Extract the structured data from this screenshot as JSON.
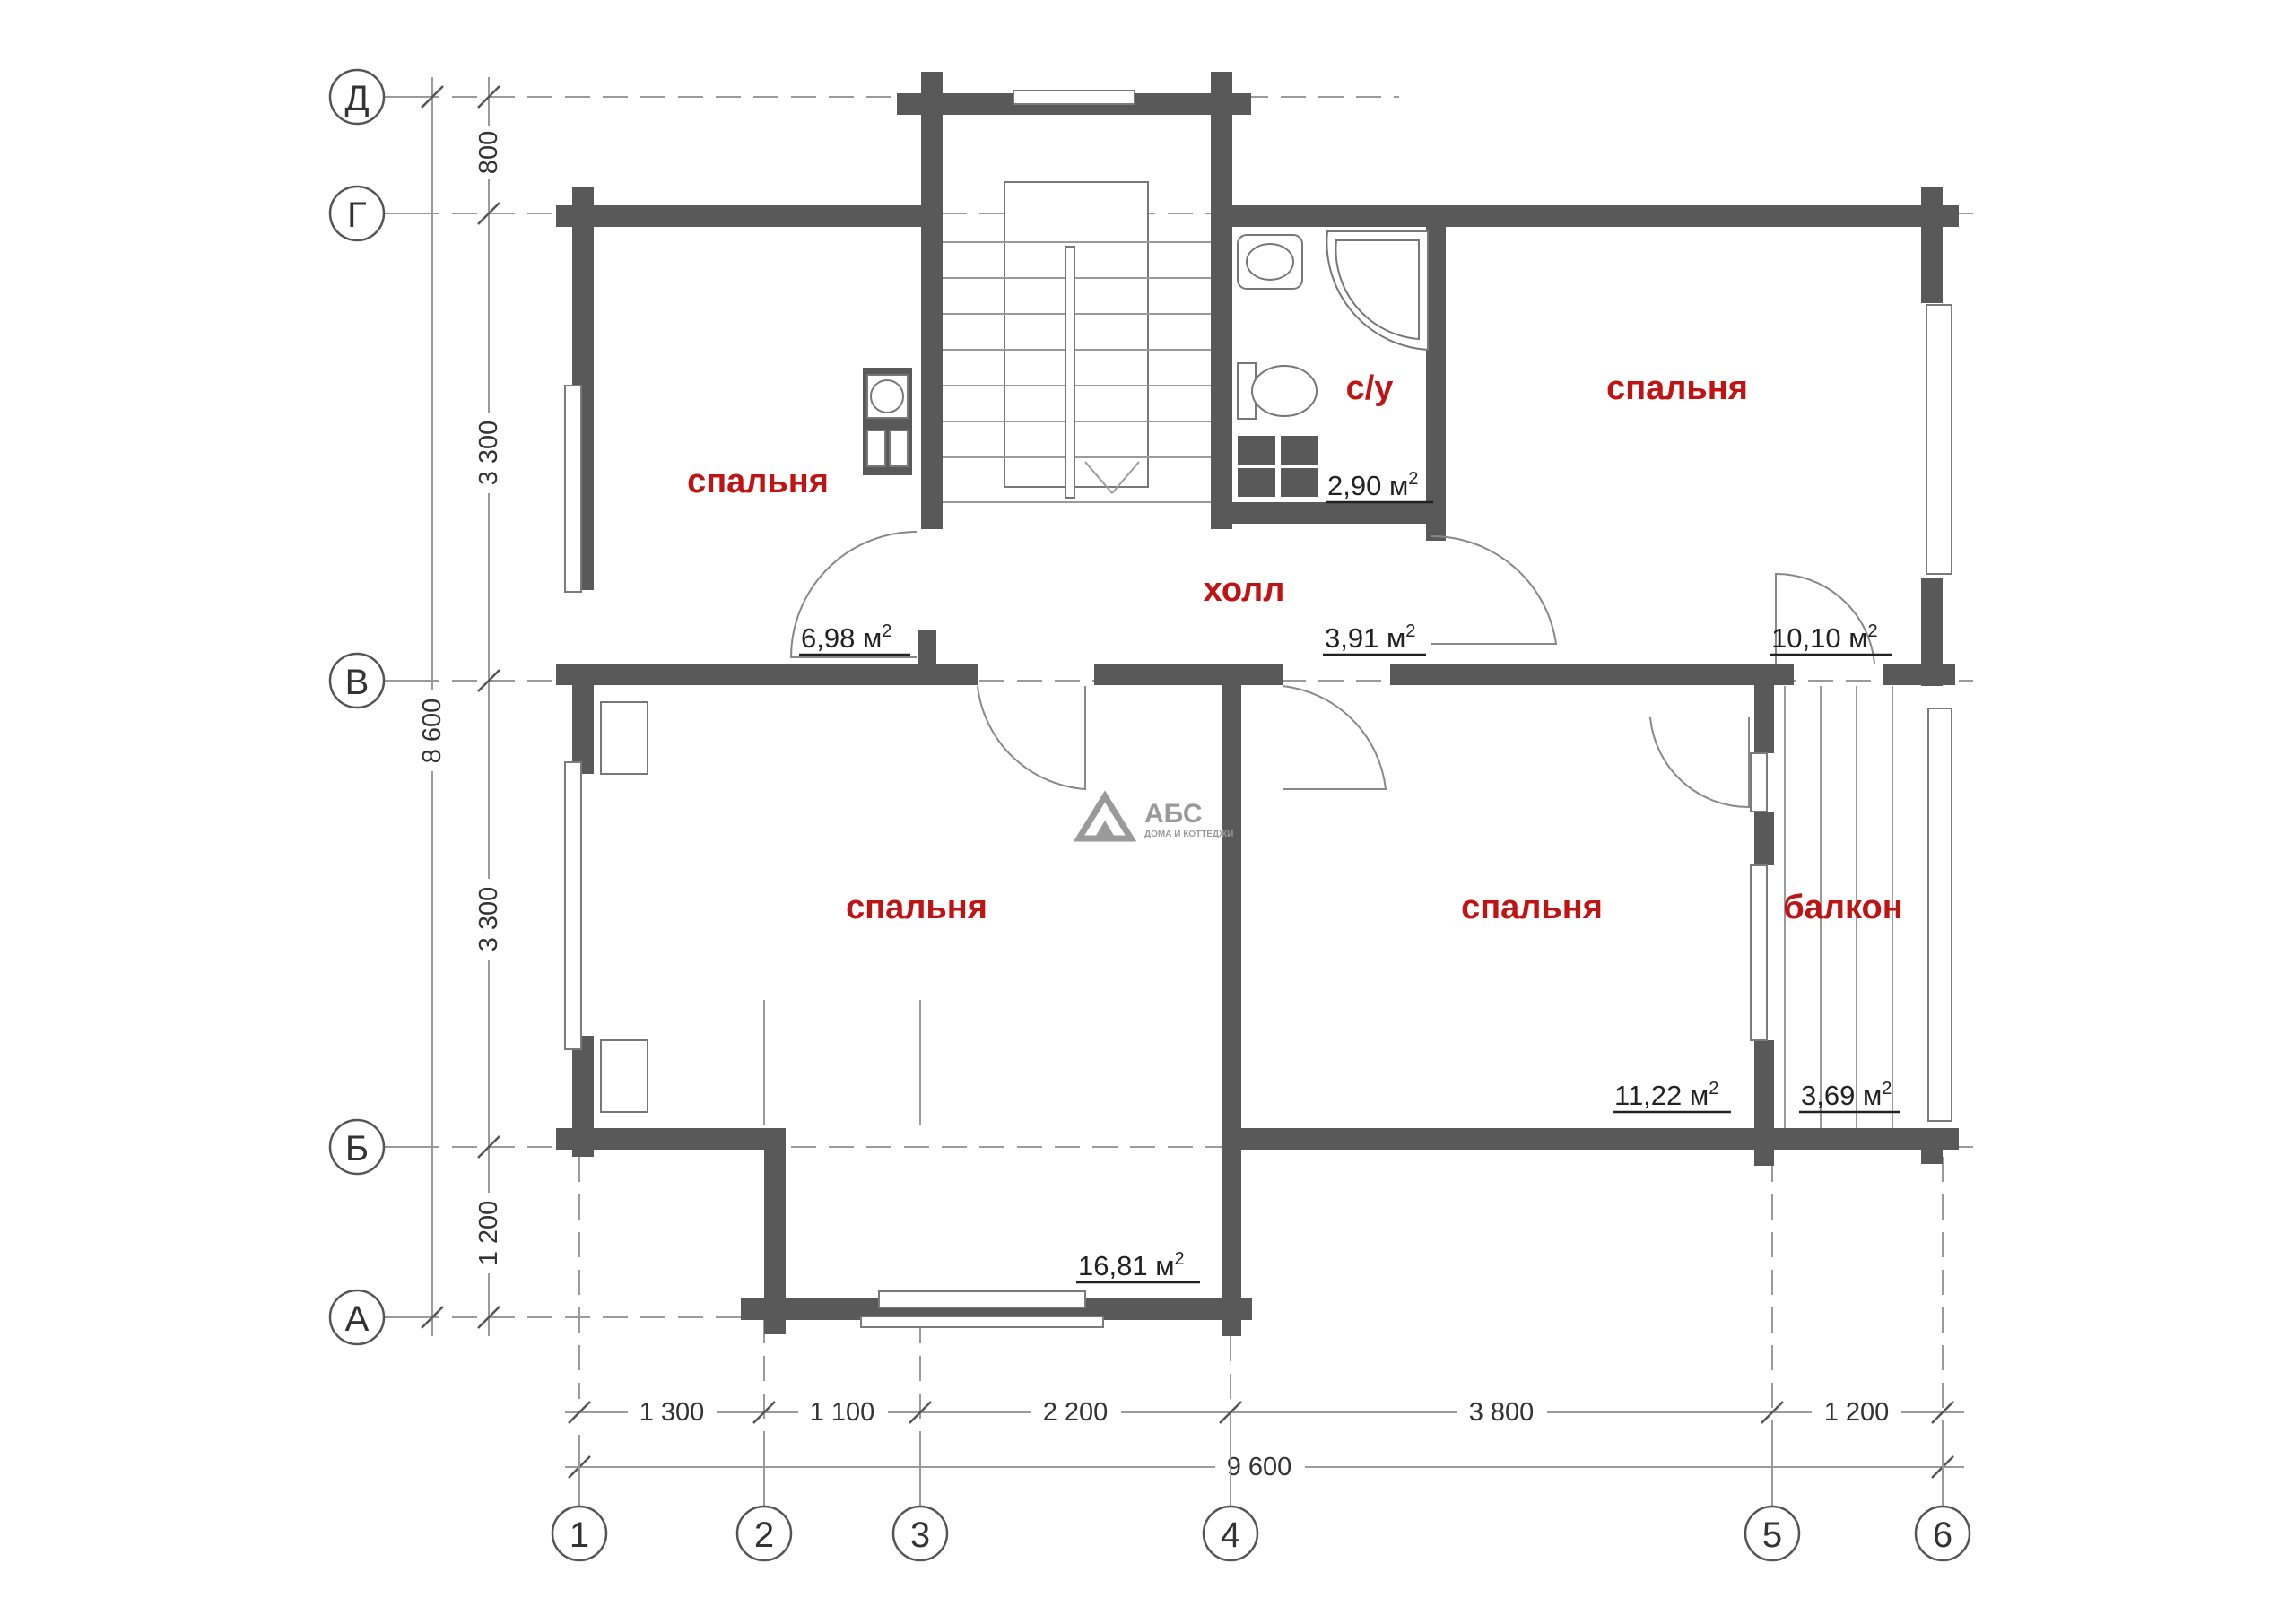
{
  "axes": {
    "rows": [
      "Д",
      "Г",
      "В",
      "Б",
      "А"
    ],
    "cols": [
      "1",
      "2",
      "3",
      "4",
      "5",
      "6"
    ]
  },
  "dimensions": {
    "horizontal": [
      "1 300",
      "1 100",
      "2 200",
      "3 800",
      "1 200"
    ],
    "horizontal_total": "9 600",
    "vertical": [
      "800",
      "3 300",
      "3 300",
      "1 200"
    ],
    "vertical_total": "8 600"
  },
  "rooms": {
    "bedroom_nw": "спальня",
    "bedroom_ne": "спальня",
    "bedroom_sw": "спальня",
    "bedroom_se": "спальня",
    "bathroom": "с/у",
    "hall": "холл",
    "balcony": "балкон"
  },
  "areas": {
    "bathroom": "2,90 м",
    "bedroom_nw": "6,98 м",
    "hall": "3,91 м",
    "bedroom_ne": "10,10 м",
    "bedroom_se": "11,22 м",
    "balcony": "3,69 м",
    "bedroom_sw": "16,81 м",
    "sup": "2"
  },
  "logo": {
    "name": "АБС",
    "tagline": "ДОМА И КОТТЕДЖИ"
  },
  "colors": {
    "wall": "#595959",
    "label": "#c01313"
  }
}
